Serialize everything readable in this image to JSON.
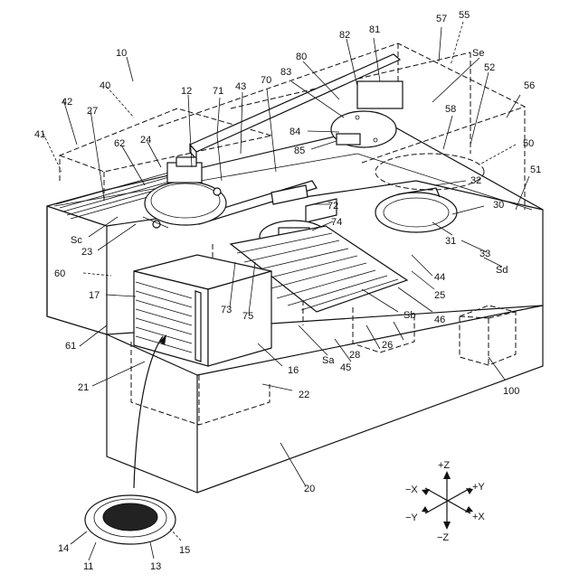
{
  "labels": {
    "l10": "10",
    "l12": "12",
    "l13": "13",
    "l14": "14",
    "l11": "11",
    "l15": "15",
    "l16": "16",
    "l17": "17",
    "l20": "20",
    "l21": "21",
    "l22": "22",
    "l23": "23",
    "l24": "24",
    "l25": "25",
    "l26": "26",
    "l27": "27",
    "l28": "28",
    "l30": "30",
    "l31": "31",
    "l32": "32",
    "l33": "33",
    "l40": "40",
    "l41": "41",
    "l42": "42",
    "l43": "43",
    "l44": "44",
    "l45": "45",
    "l46": "46",
    "l50": "50",
    "l51": "51",
    "l52": "52",
    "l55": "55",
    "l56": "56",
    "l57": "57",
    "l58": "58",
    "l60": "60",
    "l61": "61",
    "l62": "62",
    "l70": "70",
    "l71": "71",
    "l72": "72",
    "l73": "73",
    "l74": "74",
    "l75": "75",
    "l80": "80",
    "l81": "81",
    "l82": "82",
    "l83": "83",
    "l84": "84",
    "l85": "85",
    "l100": "100",
    "Sa": "Sa",
    "Sb": "Sb",
    "Sc": "Sc",
    "Sd": "Sd",
    "Se": "Se"
  },
  "axes": {
    "pz": "+Z",
    "nz": "−Z",
    "px": "+X",
    "nx": "−X",
    "py": "+Y",
    "ny": "−Y"
  }
}
